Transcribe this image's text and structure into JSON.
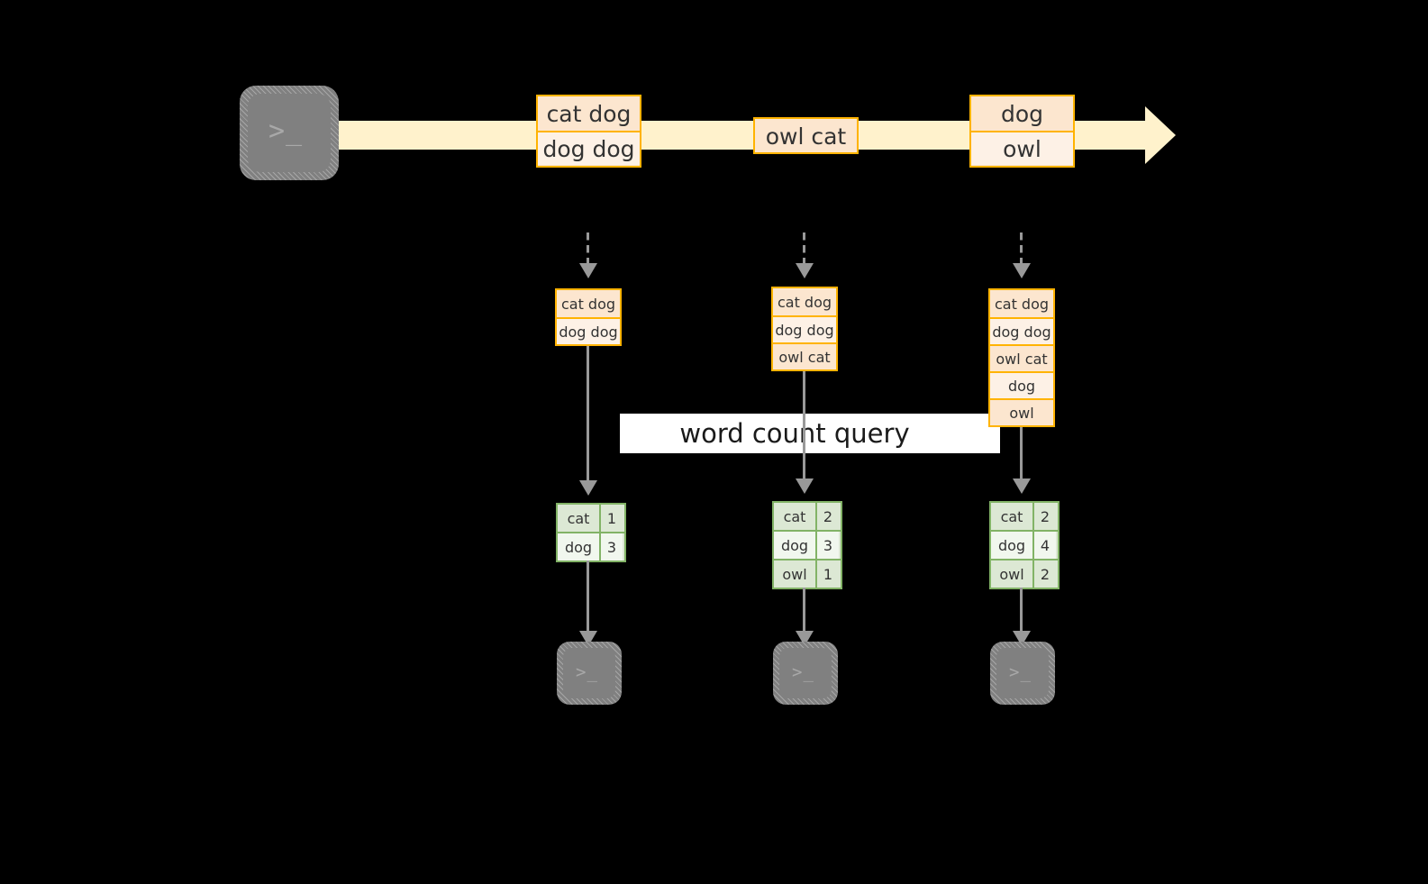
{
  "diagram": {
    "title_banner": "word count query",
    "colors": {
      "stream_fill": "#fff2cc",
      "record_border": "#ffb300",
      "record_fill_dark": "#fce6cf",
      "record_fill_light": "#fdf1e6",
      "result_border": "#82b366",
      "result_fill_dark": "#dce8d4",
      "result_fill_light": "#f1f7ee",
      "connector": "#999999",
      "terminal_fill": "#808080",
      "banner_fill": "#ffffff",
      "background": "#000000"
    },
    "producer_terminal": {
      "icon": "terminal-prompt-icon",
      "glyph": ">_"
    },
    "stream": {
      "events": [
        {
          "lines": [
            "cat dog",
            "dog dog"
          ]
        },
        {
          "lines": [
            "owl cat"
          ]
        },
        {
          "lines": [
            "dog",
            "owl"
          ]
        }
      ]
    },
    "consumers": [
      {
        "snapshot": {
          "lines": [
            "cat dog",
            "dog dog"
          ]
        },
        "result": {
          "rows": [
            {
              "key": "cat",
              "value": "1"
            },
            {
              "key": "dog",
              "value": "3"
            }
          ]
        },
        "terminal": {
          "icon": "terminal-prompt-icon",
          "glyph": ">_"
        }
      },
      {
        "snapshot": {
          "lines": [
            "cat dog",
            "dog dog",
            "owl cat"
          ]
        },
        "result": {
          "rows": [
            {
              "key": "cat",
              "value": "2"
            },
            {
              "key": "dog",
              "value": "3"
            },
            {
              "key": "owl",
              "value": "1"
            }
          ]
        },
        "terminal": {
          "icon": "terminal-prompt-icon",
          "glyph": ">_"
        }
      },
      {
        "snapshot": {
          "lines": [
            "cat dog",
            "dog dog",
            "owl cat",
            "dog",
            "owl"
          ]
        },
        "result": {
          "rows": [
            {
              "key": "cat",
              "value": "2"
            },
            {
              "key": "dog",
              "value": "4"
            },
            {
              "key": "owl",
              "value": "2"
            }
          ]
        },
        "terminal": {
          "icon": "terminal-prompt-icon",
          "glyph": ">_"
        }
      }
    ]
  }
}
